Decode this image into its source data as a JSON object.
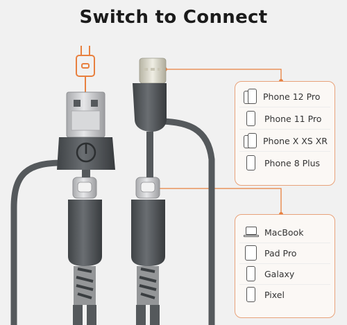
{
  "title": "Switch to Connect",
  "apple_devices": [
    {
      "label": "Phone 12 Pro",
      "icon": "phone-pair-icon"
    },
    {
      "label": "Phone 11 Pro",
      "icon": "phone-icon"
    },
    {
      "label": "Phone X XS XR",
      "icon": "phone-pair-icon"
    },
    {
      "label": "Phone 8 Plus",
      "icon": "phone-icon"
    }
  ],
  "usbc_devices": [
    {
      "label": "MacBook",
      "icon": "laptop-icon"
    },
    {
      "label": "Pad Pro",
      "icon": "tablet-icon"
    },
    {
      "label": "Galaxy",
      "icon": "phone-icon"
    },
    {
      "label": "Pixel",
      "icon": "phone-icon"
    }
  ],
  "colors": {
    "accent": "#e8803f",
    "cable": "#55595c",
    "cable_dark": "#3a3d40",
    "metal": "#c9cacc",
    "background": "#f1f1f1"
  }
}
